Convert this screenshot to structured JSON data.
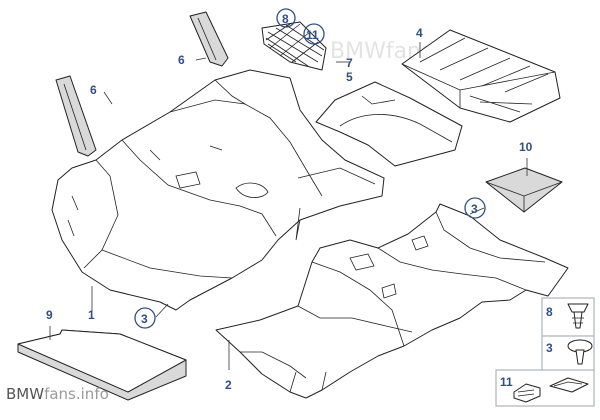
{
  "watermark_top": "BMWfans.info",
  "brand": {
    "bold": "BMW",
    "rest": "fans.info"
  },
  "callouts": {
    "c1": "1",
    "c2": "2",
    "c3a": "3",
    "c3b": "3",
    "c4": "4",
    "c5": "5",
    "c6a": "6",
    "c6b": "6",
    "c7": "7",
    "c8": "8",
    "c9": "9",
    "c10": "10",
    "c11": "11"
  },
  "legend": {
    "l8": "8",
    "l3": "3",
    "l11": "11"
  }
}
